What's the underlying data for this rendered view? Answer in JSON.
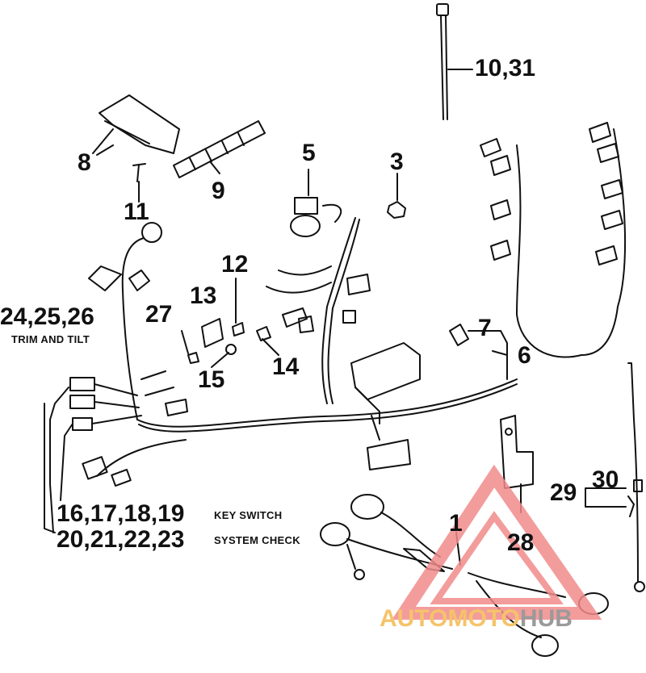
{
  "callouts": {
    "c1031": "10,31",
    "c8": "8",
    "c9": "9",
    "c11": "11",
    "c5": "5",
    "c3": "3",
    "c12": "12",
    "c13": "13",
    "c27": "27",
    "c242526": "24,25,26",
    "trim_tilt": "TRIM AND TILT",
    "c15": "15",
    "c14": "14",
    "c7": "7",
    "c6": "6",
    "c16_19": "16,17,18,19",
    "key_switch": "KEY SWITCH",
    "c20_23": "20,21,22,23",
    "system_check": "SYSTEM CHECK",
    "c1": "1",
    "c28": "28",
    "c29": "29",
    "c30": "30"
  },
  "watermark": {
    "part1": "AUTOMOTO",
    "part2": "HUB",
    "color_primary": "#f5c36a",
    "color_secondary": "#9a9a9a",
    "triangle_color": "#f28b8b"
  }
}
